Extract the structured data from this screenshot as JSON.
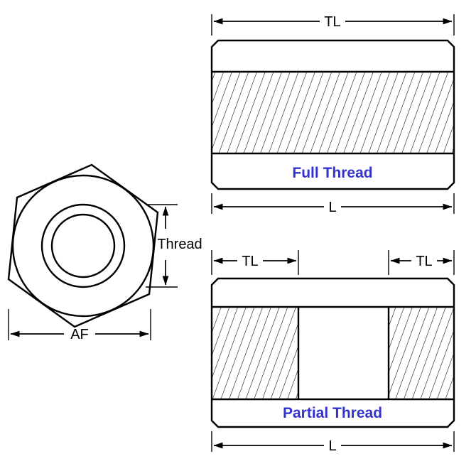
{
  "front_view": {
    "thread_label": "Thread",
    "af_label": "AF"
  },
  "full_thread_view": {
    "tl_label": "TL",
    "l_label": "L",
    "caption": "Full Thread"
  },
  "partial_thread_view": {
    "tl_left_label": "TL",
    "tl_right_label": "TL",
    "l_label": "L",
    "caption": "Partial Thread"
  },
  "colors": {
    "line": "#000000",
    "caption_blue": "#3333cc"
  }
}
